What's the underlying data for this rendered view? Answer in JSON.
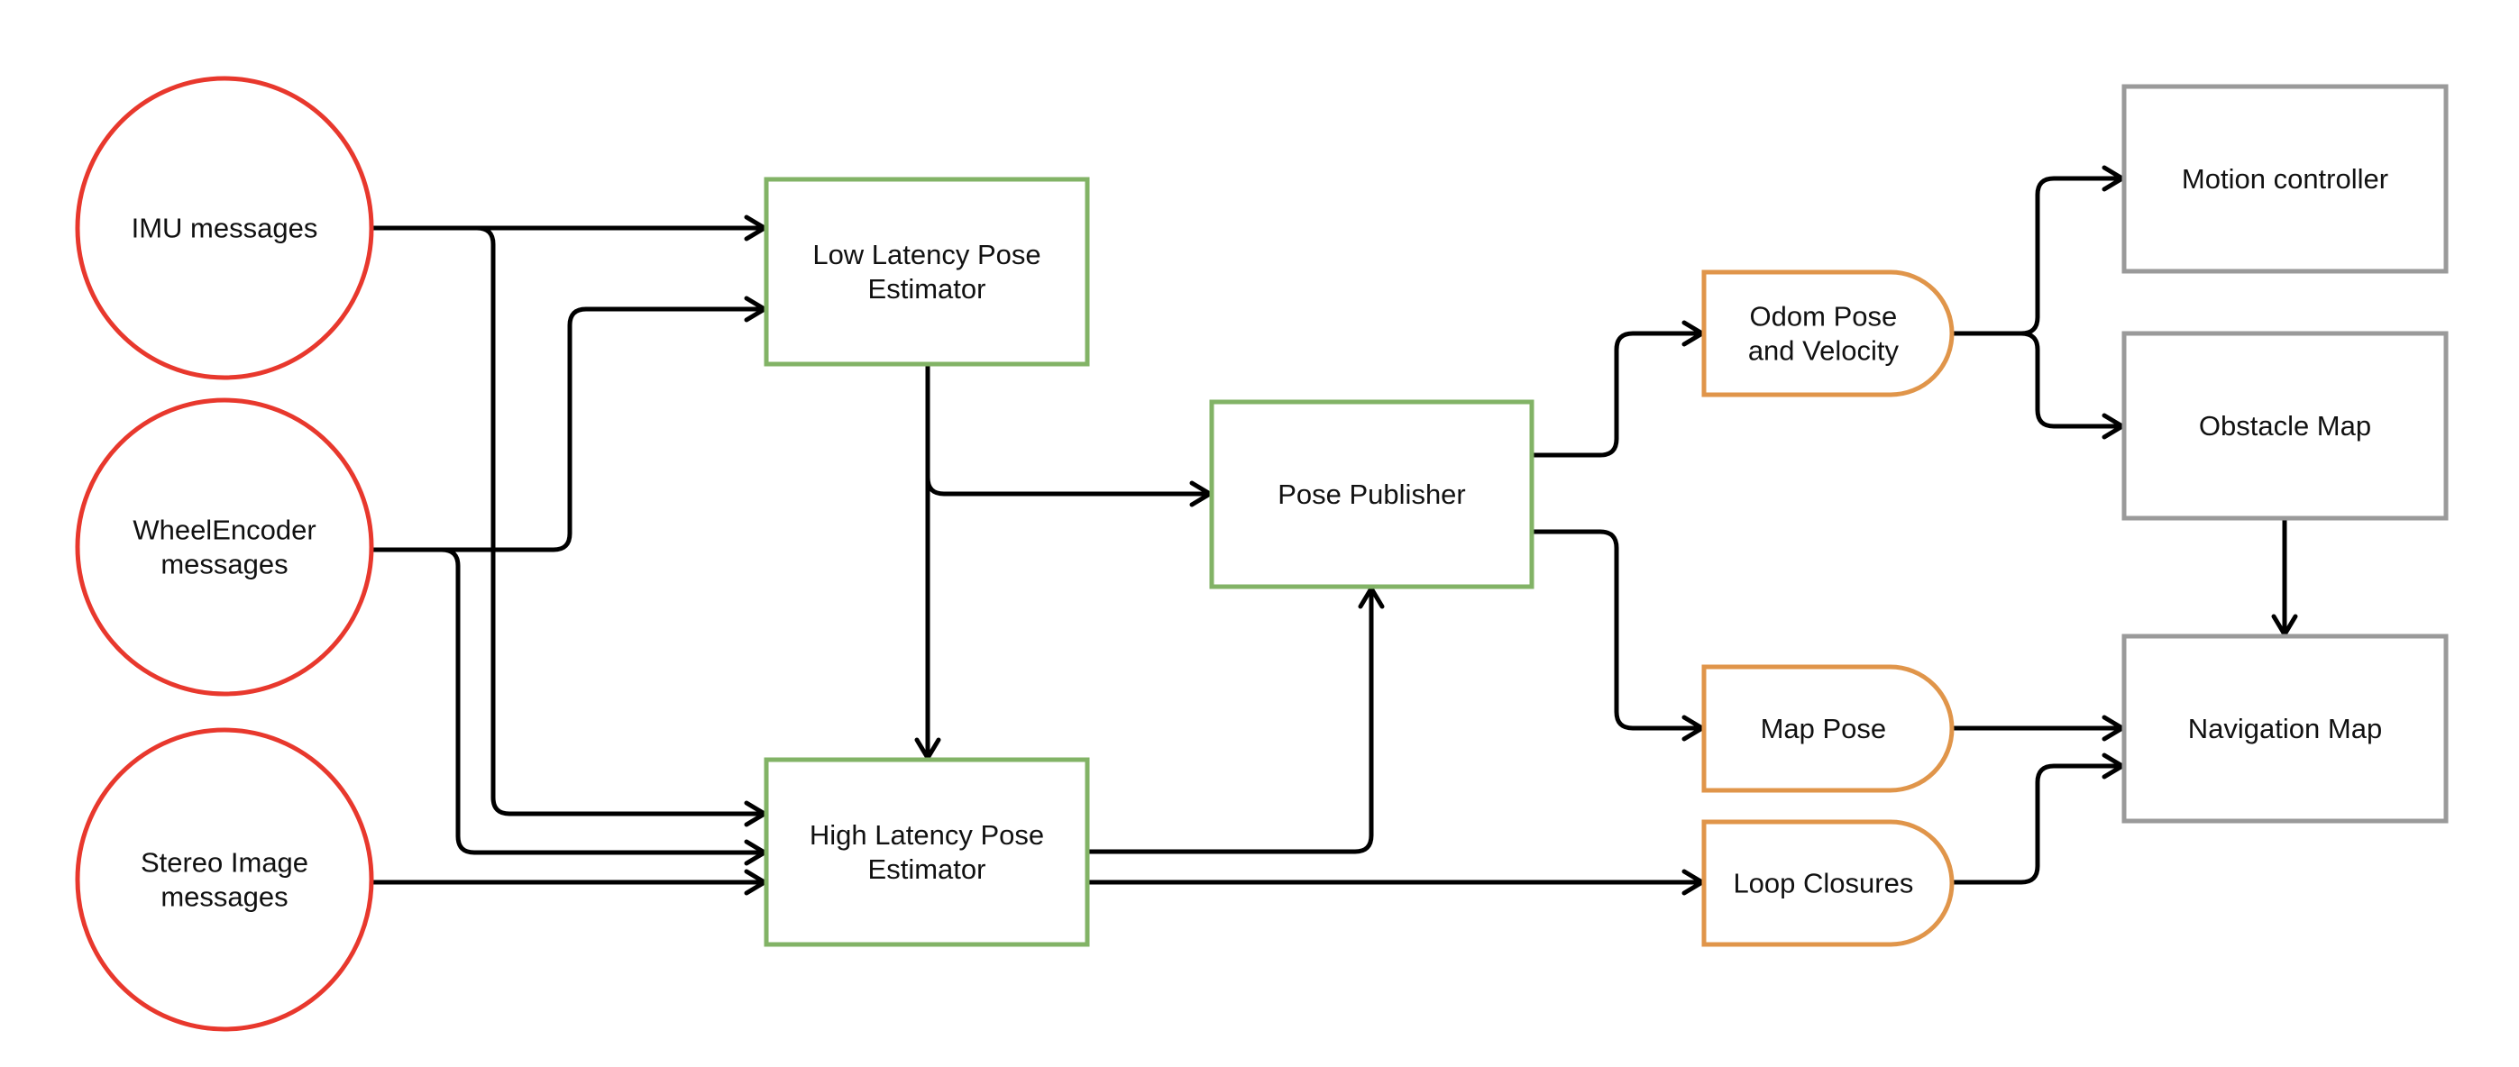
{
  "diagram": {
    "colors": {
      "source": "#e8382d",
      "process": "#82b366",
      "output": "#e0954a",
      "consumer": "#9a9a9a",
      "edge": "#000000",
      "text": "#111111"
    },
    "nodes": [
      {
        "id": "imu",
        "kind": "source",
        "shape": "circle",
        "lines": [
          "IMU messages"
        ]
      },
      {
        "id": "wheel",
        "kind": "source",
        "shape": "circle",
        "lines": [
          "WheelEncoder",
          "messages"
        ]
      },
      {
        "id": "stereo",
        "kind": "source",
        "shape": "circle",
        "lines": [
          "Stereo Image",
          "messages"
        ]
      },
      {
        "id": "low_latency",
        "kind": "process",
        "shape": "rect",
        "lines": [
          "Low Latency Pose",
          "Estimator"
        ]
      },
      {
        "id": "high_latency",
        "kind": "process",
        "shape": "rect",
        "lines": [
          "High Latency Pose",
          "Estimator"
        ]
      },
      {
        "id": "pose_publisher",
        "kind": "process",
        "shape": "rect",
        "lines": [
          "Pose Publisher"
        ]
      },
      {
        "id": "odom_pose",
        "kind": "output",
        "shape": "delay",
        "lines": [
          "Odom Pose",
          "and Velocity"
        ]
      },
      {
        "id": "map_pose",
        "kind": "output",
        "shape": "delay",
        "lines": [
          "Map Pose"
        ]
      },
      {
        "id": "loop_closures",
        "kind": "output",
        "shape": "delay",
        "lines": [
          "Loop Closures"
        ]
      },
      {
        "id": "motion_controller",
        "kind": "consumer",
        "shape": "rect",
        "lines": [
          "Motion controller"
        ]
      },
      {
        "id": "obstacle_map",
        "kind": "consumer",
        "shape": "rect",
        "lines": [
          "Obstacle Map"
        ]
      },
      {
        "id": "navigation_map",
        "kind": "consumer",
        "shape": "rect",
        "lines": [
          "Navigation Map"
        ]
      }
    ],
    "edges": [
      {
        "from": "imu",
        "to": "low_latency"
      },
      {
        "from": "imu",
        "to": "high_latency"
      },
      {
        "from": "wheel",
        "to": "low_latency"
      },
      {
        "from": "wheel",
        "to": "high_latency"
      },
      {
        "from": "stereo",
        "to": "high_latency"
      },
      {
        "from": "low_latency",
        "to": "pose_publisher"
      },
      {
        "from": "low_latency",
        "to": "high_latency"
      },
      {
        "from": "high_latency",
        "to": "pose_publisher"
      },
      {
        "from": "high_latency",
        "to": "loop_closures"
      },
      {
        "from": "pose_publisher",
        "to": "odom_pose"
      },
      {
        "from": "pose_publisher",
        "to": "map_pose"
      },
      {
        "from": "odom_pose",
        "to": "motion_controller"
      },
      {
        "from": "odom_pose",
        "to": "obstacle_map"
      },
      {
        "from": "obstacle_map",
        "to": "navigation_map"
      },
      {
        "from": "map_pose",
        "to": "navigation_map"
      },
      {
        "from": "loop_closures",
        "to": "navigation_map"
      }
    ]
  }
}
